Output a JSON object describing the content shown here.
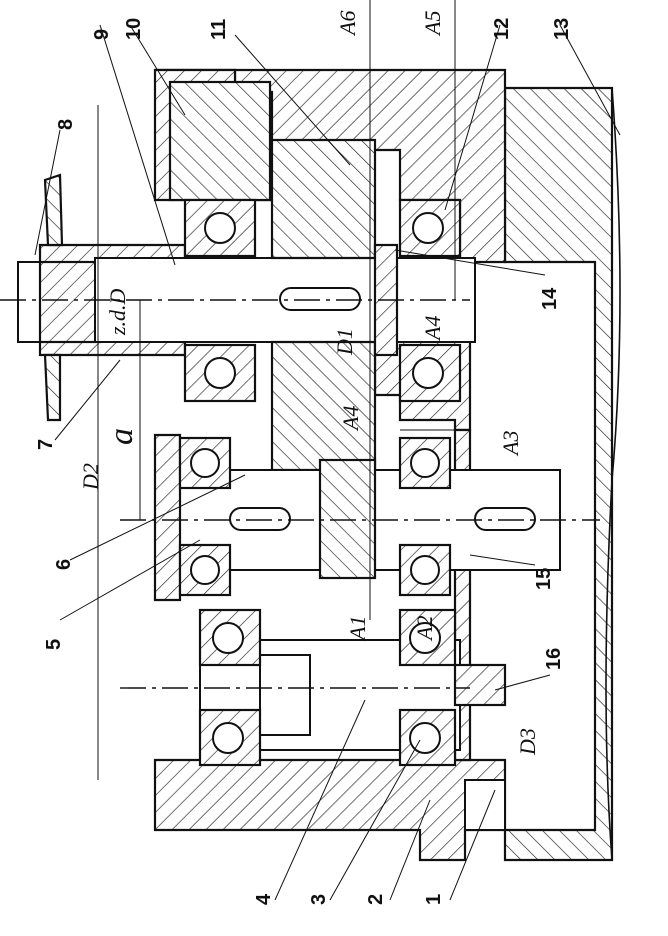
{
  "drawing": {
    "part_numbers": [
      "1",
      "2",
      "3",
      "4",
      "5",
      "6",
      "7",
      "8",
      "9",
      "10",
      "11",
      "12",
      "13",
      "14",
      "15",
      "16"
    ],
    "dimension_labels": {
      "a": "a",
      "D2": "D2",
      "z_d_D": "z.d.D",
      "D1": "D1",
      "D3": "D3",
      "A1": "A1",
      "A2": "A2",
      "A3": "A3",
      "A4_upper": "A4",
      "A4_lower": "A4",
      "A5": "A5",
      "A6": "A6"
    }
  }
}
